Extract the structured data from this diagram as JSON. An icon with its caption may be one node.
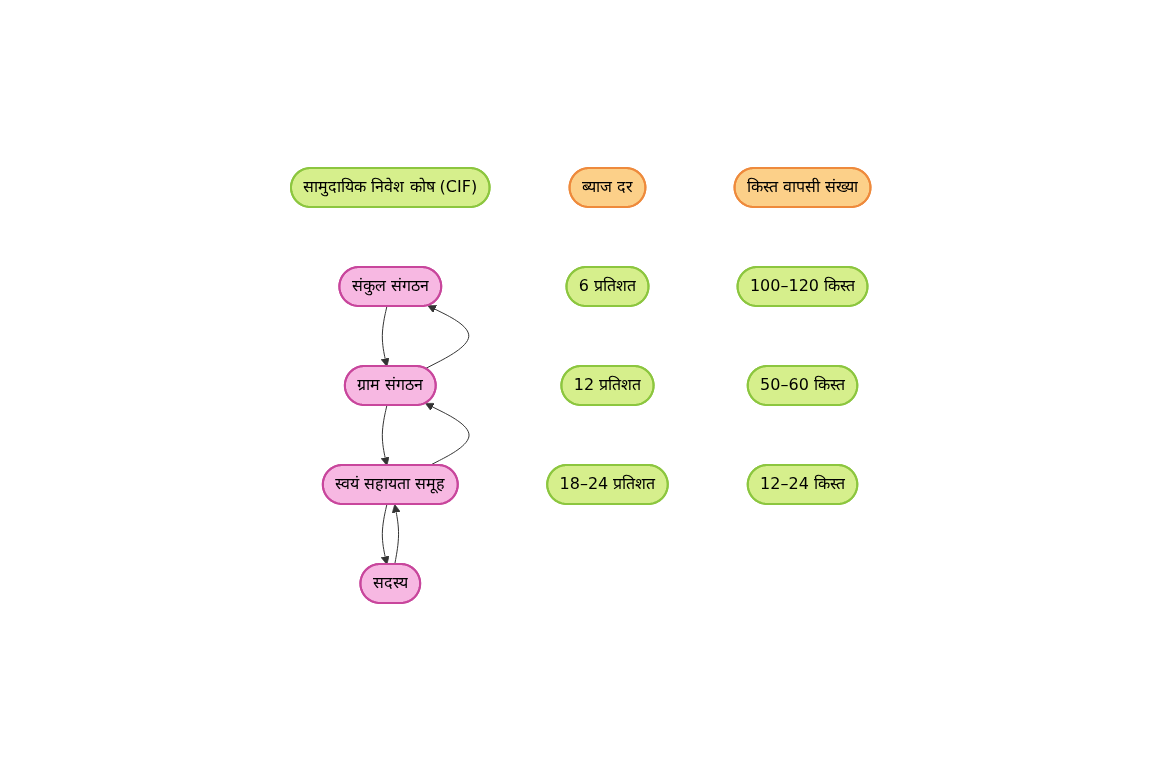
{
  "diagram": {
    "nodes": [
      {
        "text": [
          "सामुदायिक निवेश कोष (CIF)"
        ]
      },
      {
        "text": [
          "ब्याज दर"
        ]
      },
      {
        "text": [
          "किस्त वापसी संख्या"
        ]
      },
      {
        "text": [
          "संकुल संगठन"
        ]
      },
      {
        "text": [
          "6 प्रतिशत"
        ]
      },
      {
        "text": [
          "100–120 किस्त"
        ]
      },
      {
        "text": [
          "ग्राम संगठन"
        ]
      },
      {
        "text": [
          "12 प्रतिशत"
        ]
      },
      {
        "text": [
          "50–60 किस्त"
        ]
      },
      {
        "text": [
          "स्वयं सहायता समूह"
        ]
      },
      {
        "text": [
          "18–24 प्रतिशत"
        ]
      },
      {
        "text": [
          "12–24 किस्त"
        ]
      },
      {
        "text": [
          "सदस्य"
        ]
      }
    ],
    "edges": [
      {
        "from": 3,
        "to": 6,
        "arrow": "to"
      },
      {
        "from": 6,
        "to": 3,
        "arrow": "to"
      },
      {
        "from": 6,
        "to": 9,
        "arrow": "to"
      },
      {
        "from": 9,
        "to": 6,
        "arrow": "to"
      },
      {
        "from": 9,
        "to": 12,
        "arrow": "to"
      },
      {
        "from": 12,
        "to": 9,
        "arrow": "to"
      }
    ]
  }
}
